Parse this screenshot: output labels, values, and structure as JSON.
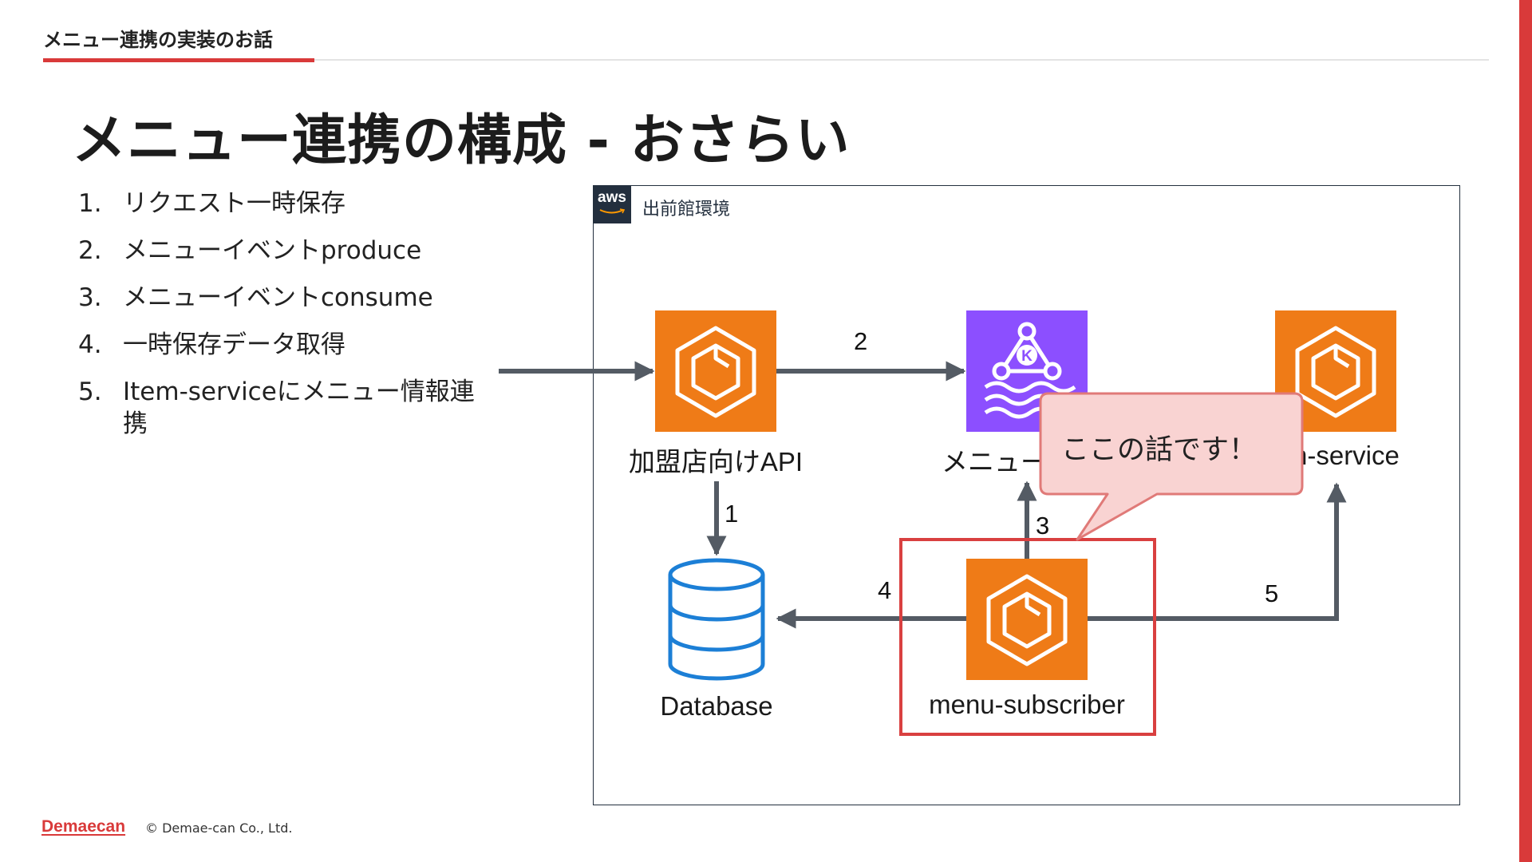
{
  "header": {
    "section_label": "メニュー連携の実装のお話",
    "title": "メニュー連携の構成 - おさらい"
  },
  "steps": [
    {
      "num": "1.",
      "text": "リクエスト一時保存"
    },
    {
      "num": "2.",
      "text": "メニューイベントproduce"
    },
    {
      "num": "3.",
      "text": "メニューイベントconsume"
    },
    {
      "num": "4.",
      "text": "一時保存データ取得"
    },
    {
      "num": "5.",
      "text": "Item-serviceにメニュー情報連携"
    }
  ],
  "diagram": {
    "aws_logo_text": "aws",
    "frame_label": "出前館環境",
    "nodes": {
      "merchant_api": "加盟店向けAPI",
      "menu_queue": "メニュー",
      "item_service": "n-service",
      "database": "Database",
      "menu_subscriber": "menu-subscriber"
    },
    "edges": [
      "1",
      "2",
      "3",
      "4",
      "5"
    ],
    "callout": "ここの話です！",
    "colors": {
      "compute_orange": "#ef7b17",
      "msk_purple": "#8c4fff",
      "database_blue": "#1c7fd6",
      "arrow_gray": "#545b64",
      "highlight_red": "#d94040",
      "callout_fill": "#f9d3d2"
    }
  },
  "footer": {
    "brand": "Demaecan",
    "copyright": "© Demae-can Co., Ltd."
  }
}
